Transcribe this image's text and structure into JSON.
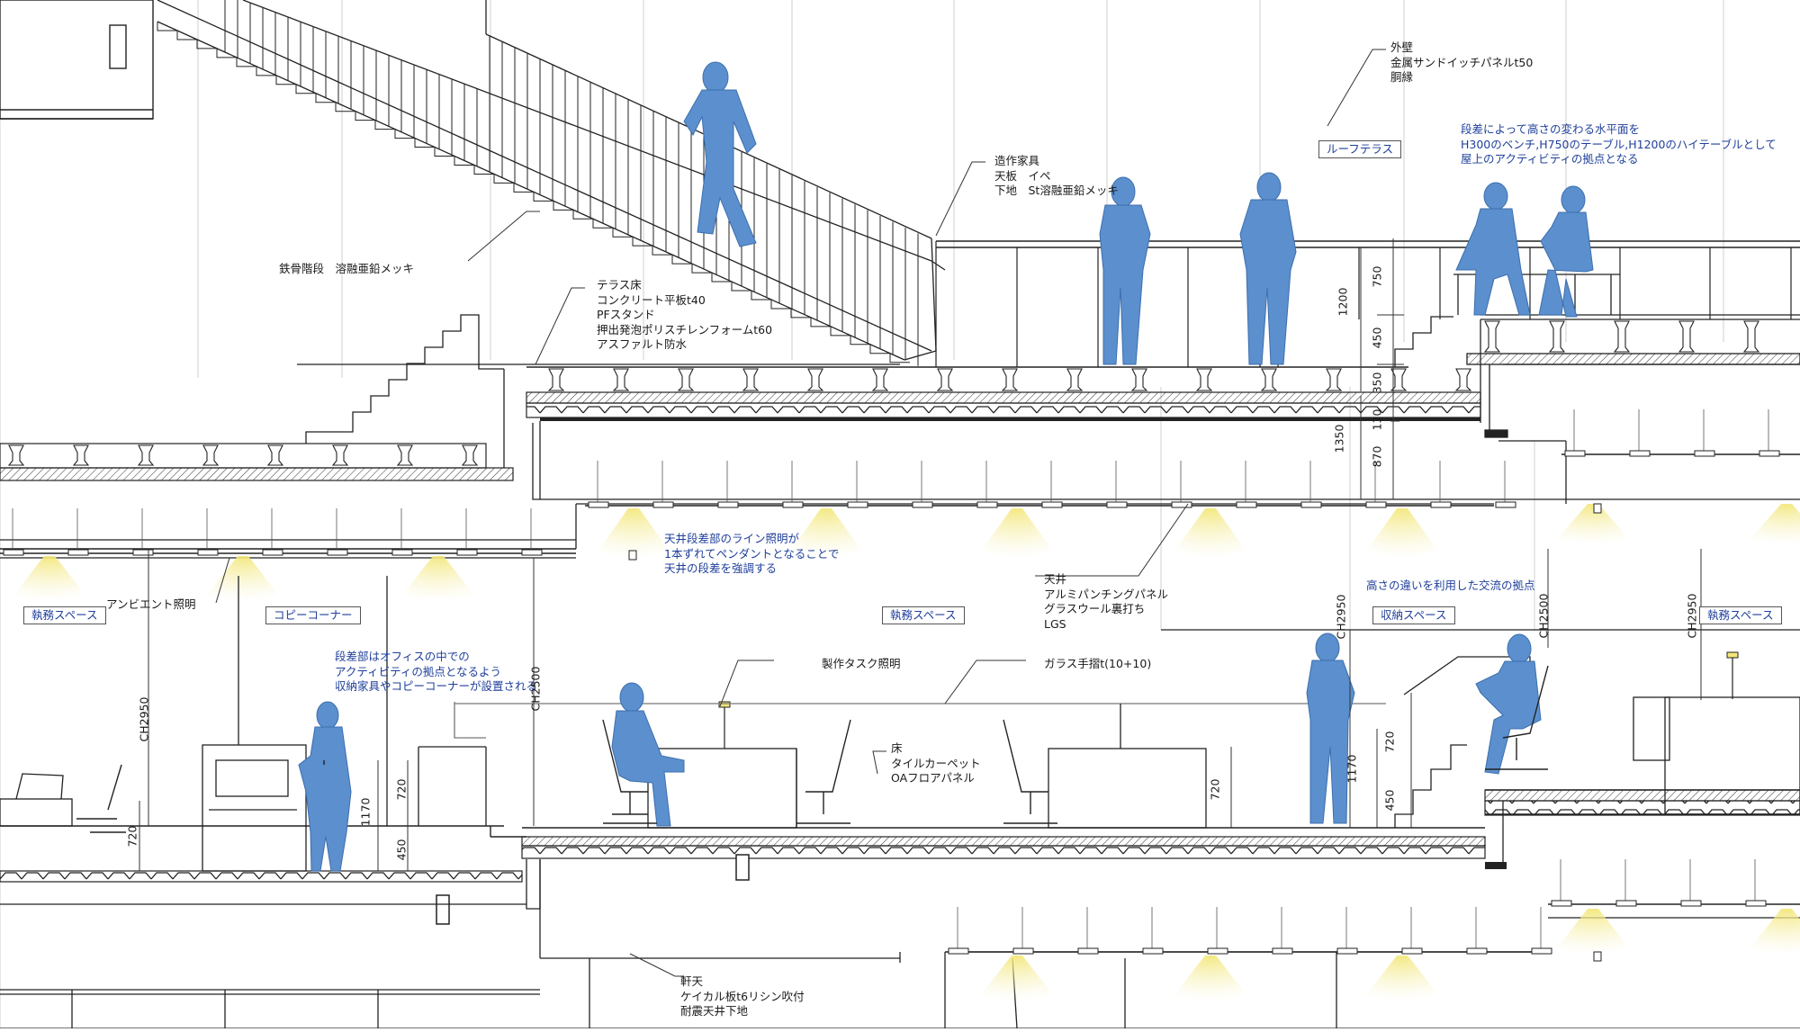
{
  "annotations": {
    "exterior_wall": [
      "外壁",
      "金属サンドイッチパネルt50",
      "胴縁"
    ],
    "roof_terrace_note": [
      "段差によって高さの変わる水平面を",
      "H300のベンチ,H750のテーブル,H1200のハイテーブルとして",
      "屋上のアクティビティの拠点となる"
    ],
    "custom_furniture": [
      "造作家具",
      "天板　イペ",
      "下地　St溶融亜鉛メッキ"
    ],
    "steel_stair": "鉄骨階段　溶融亜鉛メッキ",
    "terrace_floor": [
      "テラス床",
      "コンクリート平板t40",
      "PFスタンド",
      "押出発泡ポリスチレンフォームt60",
      "アスファルト防水"
    ],
    "ceiling_line_light": [
      "天井段差部のライン照明が",
      "1本ずれてペンダントとなることで",
      "天井の段差を強調する"
    ],
    "ambient_light": "アンビエント照明",
    "ceiling": [
      "天井",
      "アルミパンチングパネル",
      "グラスウール裏打ち",
      "LGS"
    ],
    "exchange_point": "高さの違いを利用した交流の拠点",
    "step_note": [
      "段差部はオフィスの中での",
      "アクティビティの拠点となるよう",
      "収納家具やコピーコーナーが設置される"
    ],
    "task_light": "製作タスク照明",
    "glass_handrail": "ガラス手摺t(10+10)",
    "floor": [
      "床",
      "タイルカーペット",
      "OAフロアパネル"
    ],
    "eave_ceiling": [
      "軒天",
      "ケイカル板t6リシン吹付",
      "耐震天井下地"
    ]
  },
  "space_labels": {
    "roof_terrace": "ルーフテラス",
    "office_left": "執務スペース",
    "copy_corner": "コピーコーナー",
    "office_center": "執務スペース",
    "storage": "収納スペース",
    "office_right": "執務スペース"
  },
  "dimensions": {
    "d750": "750",
    "d1200": "1200",
    "d450_top": "450",
    "d350": "350",
    "d1350": "1350",
    "d130": "130",
    "d870": "870",
    "ch2950_left": "CH2950",
    "ch2500_left": "CH2500",
    "d720_left": "720",
    "d1170_left": "1170",
    "d720_mid": "720",
    "d450_mid": "450",
    "d720_center": "720",
    "ch2950_center": "CH2950",
    "ch2500_right": "CH2500",
    "ch2950_right": "CH2950",
    "d720_right": "720",
    "d1170_right": "1170",
    "d450_right": "450"
  },
  "colors": {
    "line": "#1a1a1a",
    "person": "#5b8fcd",
    "light_glow": "#f3eb9a",
    "annotation_blue": "#1f3f9a"
  }
}
